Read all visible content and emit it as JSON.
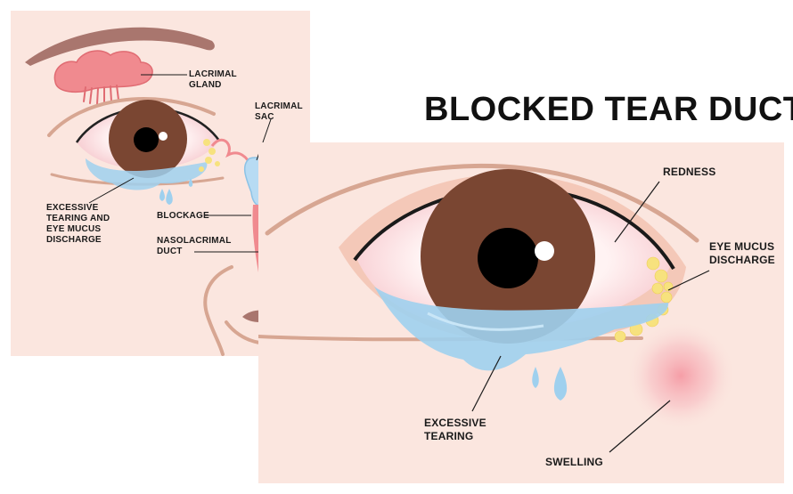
{
  "title": "BLOCKED TEAR DUCT",
  "left_panel": {
    "labels": {
      "lacrimal_gland": "LACRIMAL\nGLAND",
      "lacrimal_sac": "LACRIMAL\nSAC",
      "excessive_tearing_discharge": "EXCESSIVE\nTEARING AND\nEYE MUCUS\nDISCHARGE",
      "blockage": "BLOCKAGE",
      "nasolacrimal_duct": "NASOLACRIMAL\nDUCT"
    }
  },
  "right_panel": {
    "labels": {
      "redness": "REDNESS",
      "eye_mucus_discharge": "EYE MUCUS\nDISCHARGE",
      "excessive_tearing": "EXCESSIVE\nTEARING",
      "swelling": "SWELLING"
    }
  },
  "colors": {
    "panel_bg": "#fbe6df",
    "skin_line": "#d7a692",
    "iris": "#7a4632",
    "pupil": "#000000",
    "tear": "#9fd0ee",
    "mucus": "#f7e27e",
    "redness": "#f6c9cf",
    "gland": "#f08a8f",
    "eyebrow": "#a9766e"
  }
}
